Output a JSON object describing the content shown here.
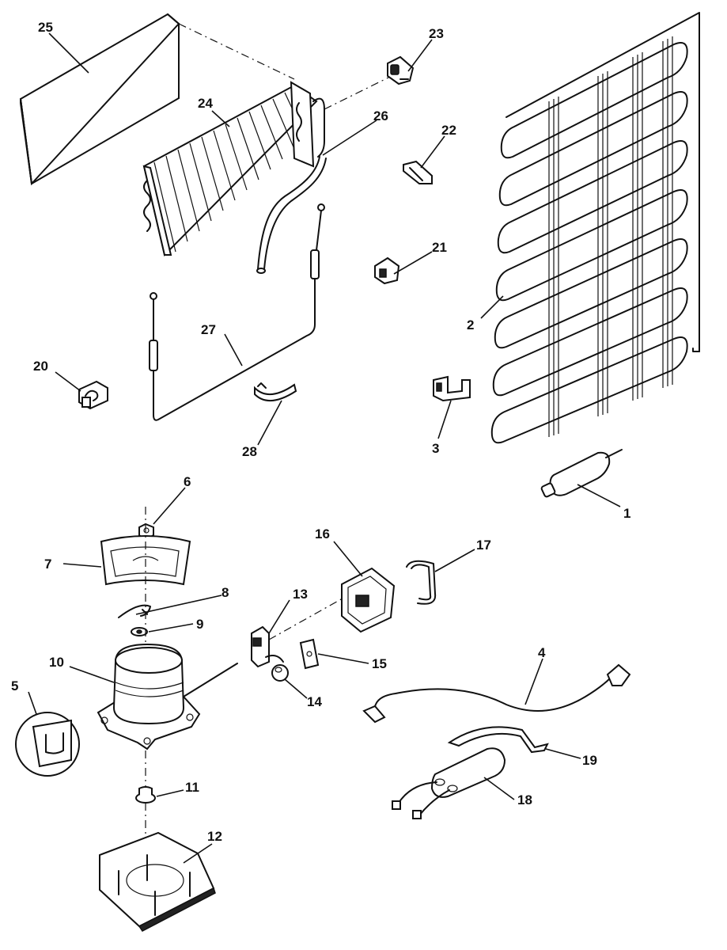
{
  "parts": [
    {
      "id": "p1",
      "number": "1"
    },
    {
      "id": "p2",
      "number": "2"
    },
    {
      "id": "p3",
      "number": "3"
    },
    {
      "id": "p4",
      "number": "4"
    },
    {
      "id": "p5",
      "number": "5"
    },
    {
      "id": "p6",
      "number": "6"
    },
    {
      "id": "p7",
      "number": "7"
    },
    {
      "id": "p8",
      "number": "8"
    },
    {
      "id": "p9",
      "number": "9"
    },
    {
      "id": "p10",
      "number": "10"
    },
    {
      "id": "p11",
      "number": "11"
    },
    {
      "id": "p12",
      "number": "12"
    },
    {
      "id": "p13",
      "number": "13"
    },
    {
      "id": "p14",
      "number": "14"
    },
    {
      "id": "p15",
      "number": "15"
    },
    {
      "id": "p16",
      "number": "16"
    },
    {
      "id": "p17",
      "number": "17"
    },
    {
      "id": "p18",
      "number": "18"
    },
    {
      "id": "p19",
      "number": "19"
    },
    {
      "id": "p20",
      "number": "20"
    },
    {
      "id": "p21",
      "number": "21"
    },
    {
      "id": "p22",
      "number": "22"
    },
    {
      "id": "p23",
      "number": "23"
    },
    {
      "id": "p24",
      "number": "24"
    },
    {
      "id": "p25",
      "number": "25"
    },
    {
      "id": "p26",
      "number": "26"
    },
    {
      "id": "p27",
      "number": "27"
    },
    {
      "id": "p28",
      "number": "28"
    }
  ]
}
